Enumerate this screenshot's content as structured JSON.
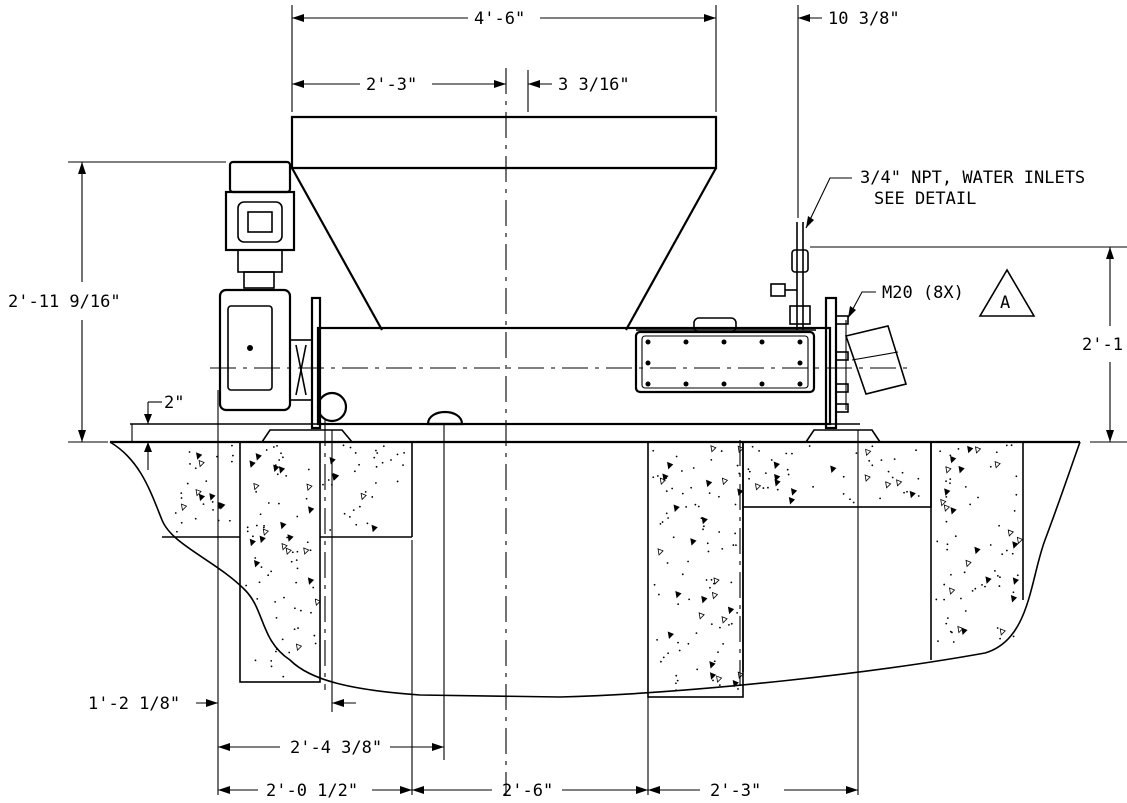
{
  "dimensions": {
    "overall_width": "4'-6\"",
    "hopper_left": "2'-3\"",
    "hopper_offset": "3 3/16\"",
    "inlet_offset": "10 3/8\"",
    "height_left": "2'-11 9/16\"",
    "height_right": "2'-1",
    "gap": "2\"",
    "footing_1": "1'-2 1/8\"",
    "footing_2": "2'-4 3/8\"",
    "bottom_1": "2'-0 1/2\"",
    "bottom_2": "2'-6\"",
    "bottom_3": "2'-3\""
  },
  "notes": {
    "water_inlets_line1": "3/4\" NPT, WATER INLETS",
    "water_inlets_line2": "SEE DETAIL",
    "bolts": "M20 (8X)",
    "detail_tag": "A"
  }
}
